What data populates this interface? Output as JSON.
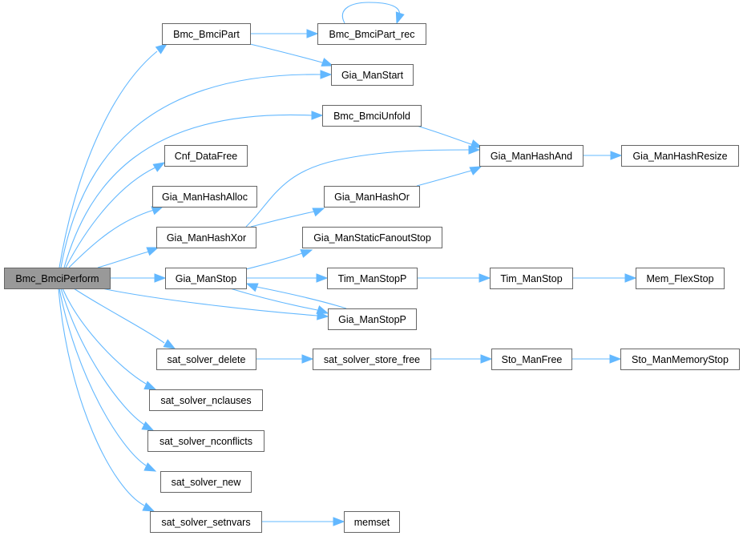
{
  "title": "Bmc_BmciPerform call graph",
  "colors": {
    "edge": "#63b8ff",
    "node_border": "#666666",
    "node_fill": "#ffffff",
    "root_fill": "#999999",
    "text": "#000000"
  },
  "nodes": [
    {
      "id": "perform",
      "label": "Bmc_BmciPerform",
      "root": true
    },
    {
      "id": "part",
      "label": "Bmc_BmciPart"
    },
    {
      "id": "part_rec",
      "label": "Bmc_BmciPart_rec"
    },
    {
      "id": "manstart",
      "label": "Gia_ManStart"
    },
    {
      "id": "unfold",
      "label": "Bmc_BmciUnfold"
    },
    {
      "id": "cnffree",
      "label": "Cnf_DataFree"
    },
    {
      "id": "hashand",
      "label": "Gia_ManHashAnd"
    },
    {
      "id": "hashresize",
      "label": "Gia_ManHashResize"
    },
    {
      "id": "hashalloc",
      "label": "Gia_ManHashAlloc"
    },
    {
      "id": "hashor",
      "label": "Gia_ManHashOr"
    },
    {
      "id": "hashxor",
      "label": "Gia_ManHashXor"
    },
    {
      "id": "staticfanout",
      "label": "Gia_ManStaticFanoutStop"
    },
    {
      "id": "manstop",
      "label": "Gia_ManStop"
    },
    {
      "id": "timstopp",
      "label": "Tim_ManStopP"
    },
    {
      "id": "timstop",
      "label": "Tim_ManStop"
    },
    {
      "id": "flexstop",
      "label": "Mem_FlexStop"
    },
    {
      "id": "manstopp",
      "label": "Gia_ManStopP"
    },
    {
      "id": "satdelete",
      "label": "sat_solver_delete"
    },
    {
      "id": "storefree",
      "label": "sat_solver_store_free"
    },
    {
      "id": "stofree",
      "label": "Sto_ManFree"
    },
    {
      "id": "stomem",
      "label": "Sto_ManMemoryStop"
    },
    {
      "id": "nclauses",
      "label": "sat_solver_nclauses"
    },
    {
      "id": "nconflicts",
      "label": "sat_solver_nconflicts"
    },
    {
      "id": "satnew",
      "label": "sat_solver_new"
    },
    {
      "id": "setnvars",
      "label": "sat_solver_setnvars"
    },
    {
      "id": "memset",
      "label": "memset"
    }
  ],
  "edges": [
    {
      "from": "perform",
      "to": "part"
    },
    {
      "from": "perform",
      "to": "manstart"
    },
    {
      "from": "perform",
      "to": "unfold"
    },
    {
      "from": "perform",
      "to": "cnffree"
    },
    {
      "from": "perform",
      "to": "hashalloc"
    },
    {
      "from": "perform",
      "to": "hashxor"
    },
    {
      "from": "perform",
      "to": "manstop"
    },
    {
      "from": "perform",
      "to": "manstopp"
    },
    {
      "from": "perform",
      "to": "satdelete"
    },
    {
      "from": "perform",
      "to": "nclauses"
    },
    {
      "from": "perform",
      "to": "nconflicts"
    },
    {
      "from": "perform",
      "to": "satnew"
    },
    {
      "from": "perform",
      "to": "setnvars"
    },
    {
      "from": "part",
      "to": "part_rec"
    },
    {
      "from": "part",
      "to": "manstart"
    },
    {
      "from": "part_rec",
      "to": "part_rec"
    },
    {
      "from": "unfold",
      "to": "hashand"
    },
    {
      "from": "hashand",
      "to": "hashresize"
    },
    {
      "from": "hashxor",
      "to": "hashand"
    },
    {
      "from": "hashxor",
      "to": "hashor"
    },
    {
      "from": "hashor",
      "to": "hashand"
    },
    {
      "from": "manstop",
      "to": "staticfanout"
    },
    {
      "from": "manstop",
      "to": "timstopp"
    },
    {
      "from": "manstop",
      "to": "manstopp"
    },
    {
      "from": "manstopp",
      "to": "manstop"
    },
    {
      "from": "timstopp",
      "to": "timstop"
    },
    {
      "from": "timstop",
      "to": "flexstop"
    },
    {
      "from": "satdelete",
      "to": "storefree"
    },
    {
      "from": "storefree",
      "to": "stofree"
    },
    {
      "from": "stofree",
      "to": "stomem"
    },
    {
      "from": "setnvars",
      "to": "memset"
    }
  ]
}
